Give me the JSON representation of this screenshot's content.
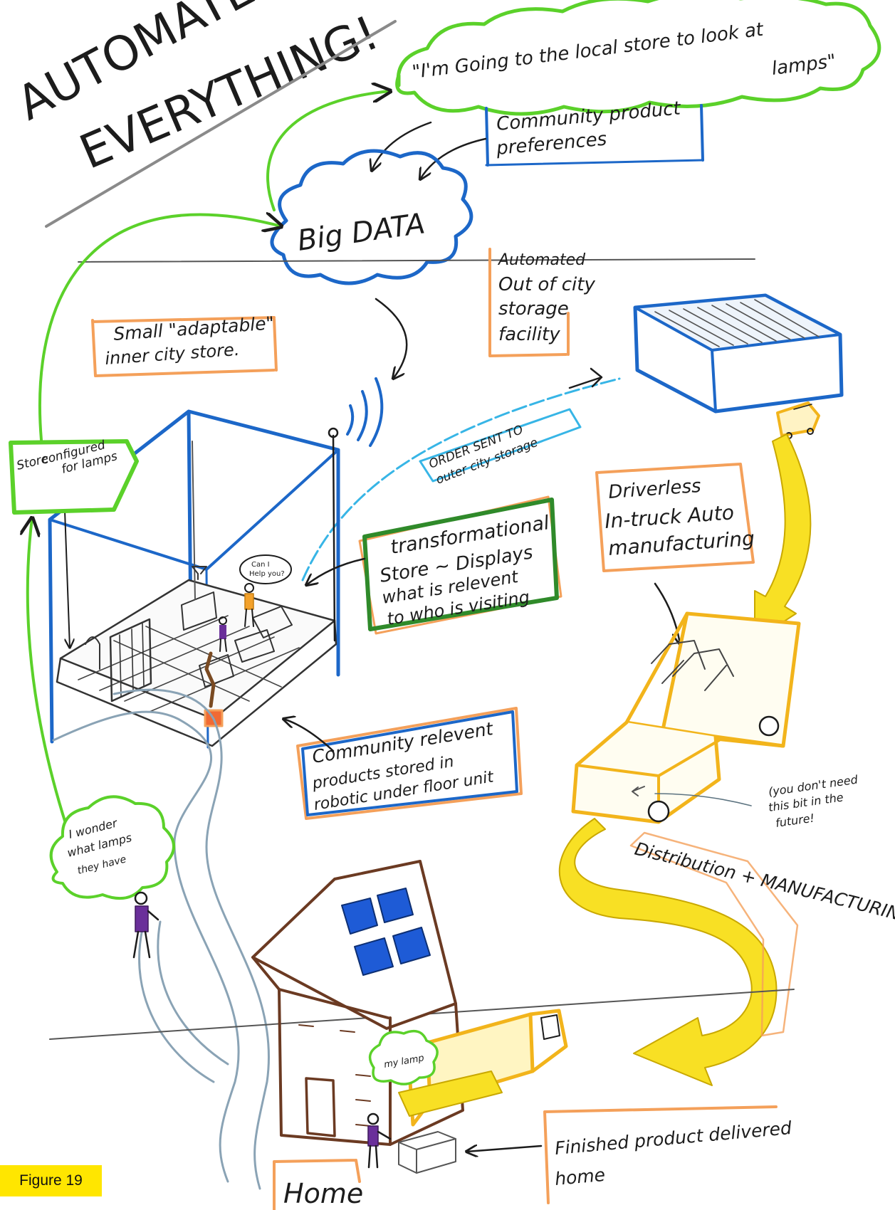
{
  "colors": {
    "ink": "#1c1c1c",
    "blue": "#1c67c8",
    "green": "#5bd12a",
    "dark_green": "#2f8a2a",
    "orange": "#f4a05a",
    "yellow": "#f8e024",
    "yellow_edge": "#c9a800",
    "truck_yellow": "#f2b41b",
    "light_blue": "#37b5e6",
    "brown": "#6b3a22",
    "purple": "#6a2f9a",
    "caption_bg": "#ffe600"
  },
  "title": {
    "line1": "AUTOMATED",
    "line2": "EVERYTHING!"
  },
  "bubbles": {
    "shopper_quote": {
      "line1": "\"I'm Going to the local store to look at",
      "line2": "lamps\""
    },
    "wonder": {
      "line1": "I wonder",
      "line2": "what lamps",
      "line3": "they have"
    },
    "staff": {
      "line1": "Can I",
      "line2": "Help you?"
    },
    "my_lamp": {
      "line1": "my lamp"
    }
  },
  "labels": {
    "community_prefs": {
      "line1": "Community product",
      "line2": "preferences"
    },
    "big_data": "Big DATA",
    "storage_facility": {
      "line1": "Automated",
      "line2": "Out of city",
      "line3": "storage",
      "line4": "facility"
    },
    "small_store": {
      "line1": "Small \"adaptable\"",
      "line2": "inner city store."
    },
    "order_sent": {
      "line1": "ORDER SENT TO",
      "line2": "outer city storage"
    },
    "store_configured": {
      "line1": "Store",
      "line2": "configured",
      "line3": "for lamps"
    },
    "transformational": {
      "line1": "transformational",
      "line2": "Store ~ Displays",
      "line3": "what is relevent",
      "line4": "to who is visiting"
    },
    "driverless": {
      "line1": "Driverless",
      "line2": "In-truck Auto",
      "line3": "manufacturing"
    },
    "community_relevant": {
      "line1": "Community relevent",
      "line2": "products stored in",
      "line3": "robotic under floor unit"
    },
    "future_note": {
      "line1": "(you don't need",
      "line2": "this bit in the",
      "line3": "future!"
    },
    "distribution": "Distribution + MANUFACTURING",
    "finished": {
      "line1": "Finished product delivered",
      "line2": "home"
    },
    "home": "Home"
  },
  "caption": "Figure 19"
}
